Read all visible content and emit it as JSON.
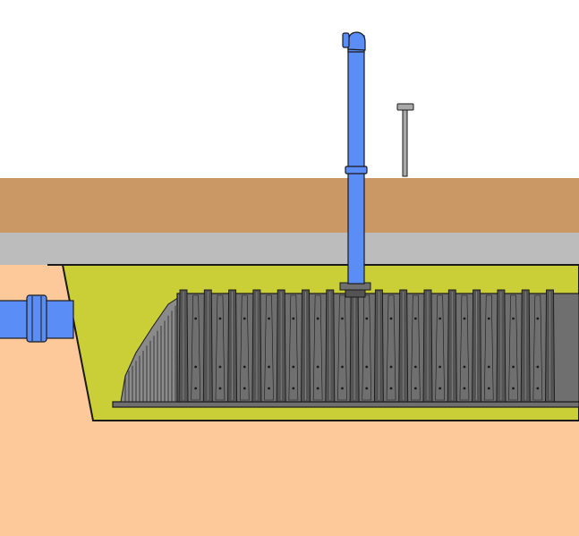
{
  "diagram": {
    "components": [
      "surface-soil-layer",
      "gravel-layer",
      "native-ground",
      "backfill-trench",
      "inlet-pipe",
      "vent-riser-pipe",
      "inspection-marker",
      "infiltration-crate-module",
      "base-plate"
    ],
    "crate_columns": 16
  },
  "colors": {
    "sky": "#ffffff",
    "topsoil": "#c99865",
    "gravel": "#bcbcbc",
    "subsoil": "#fdc99b",
    "backfill": "#cbcf37",
    "pipe": "#5b8df6",
    "pipe_dark": "#2f5fd0",
    "crate": "#6f6f6f",
    "crate_dark": "#545454",
    "crate_light": "#8a8a8a",
    "outline": "#1a1a1a",
    "marker": "#a9a9a9"
  }
}
